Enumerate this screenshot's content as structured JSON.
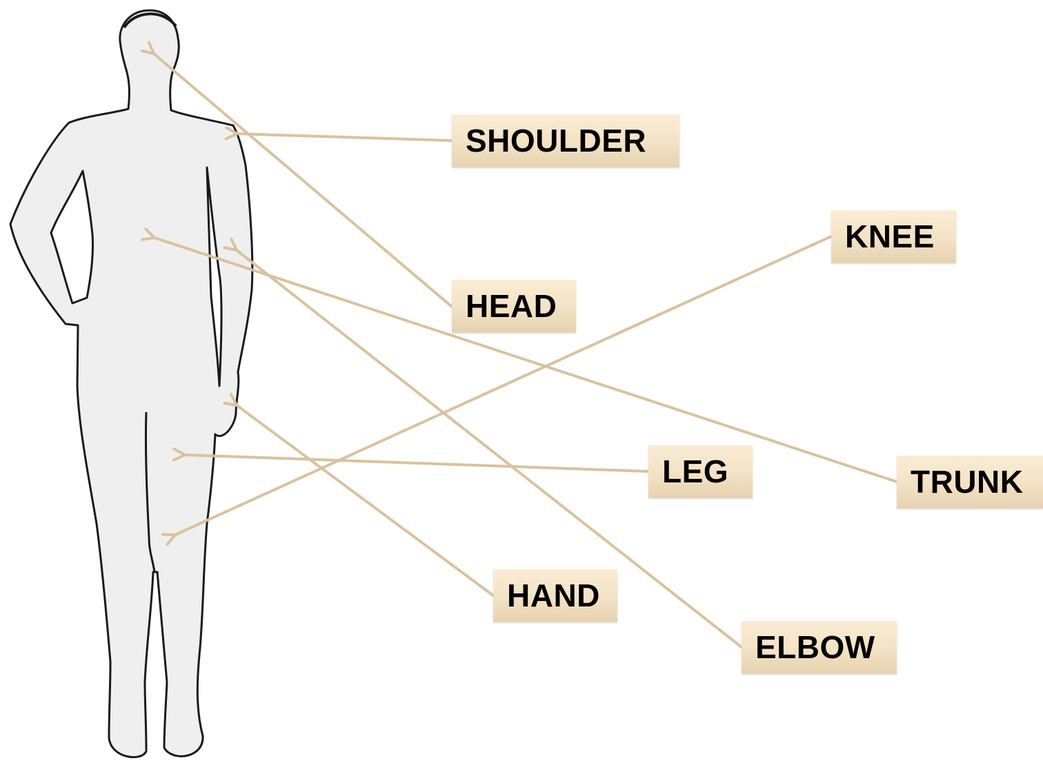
{
  "labels": {
    "shoulder": "SHOULDER",
    "knee": "KNEE",
    "head": "HEAD",
    "leg": "LEG",
    "trunk": "TRUNK",
    "hand": "HAND",
    "elbow": "ELBOW"
  },
  "colors": {
    "arrow": "#d9c29e",
    "label_fill": "#f6e6cb",
    "body_fill": "#efefef",
    "body_outline": "#1a1a1a"
  }
}
